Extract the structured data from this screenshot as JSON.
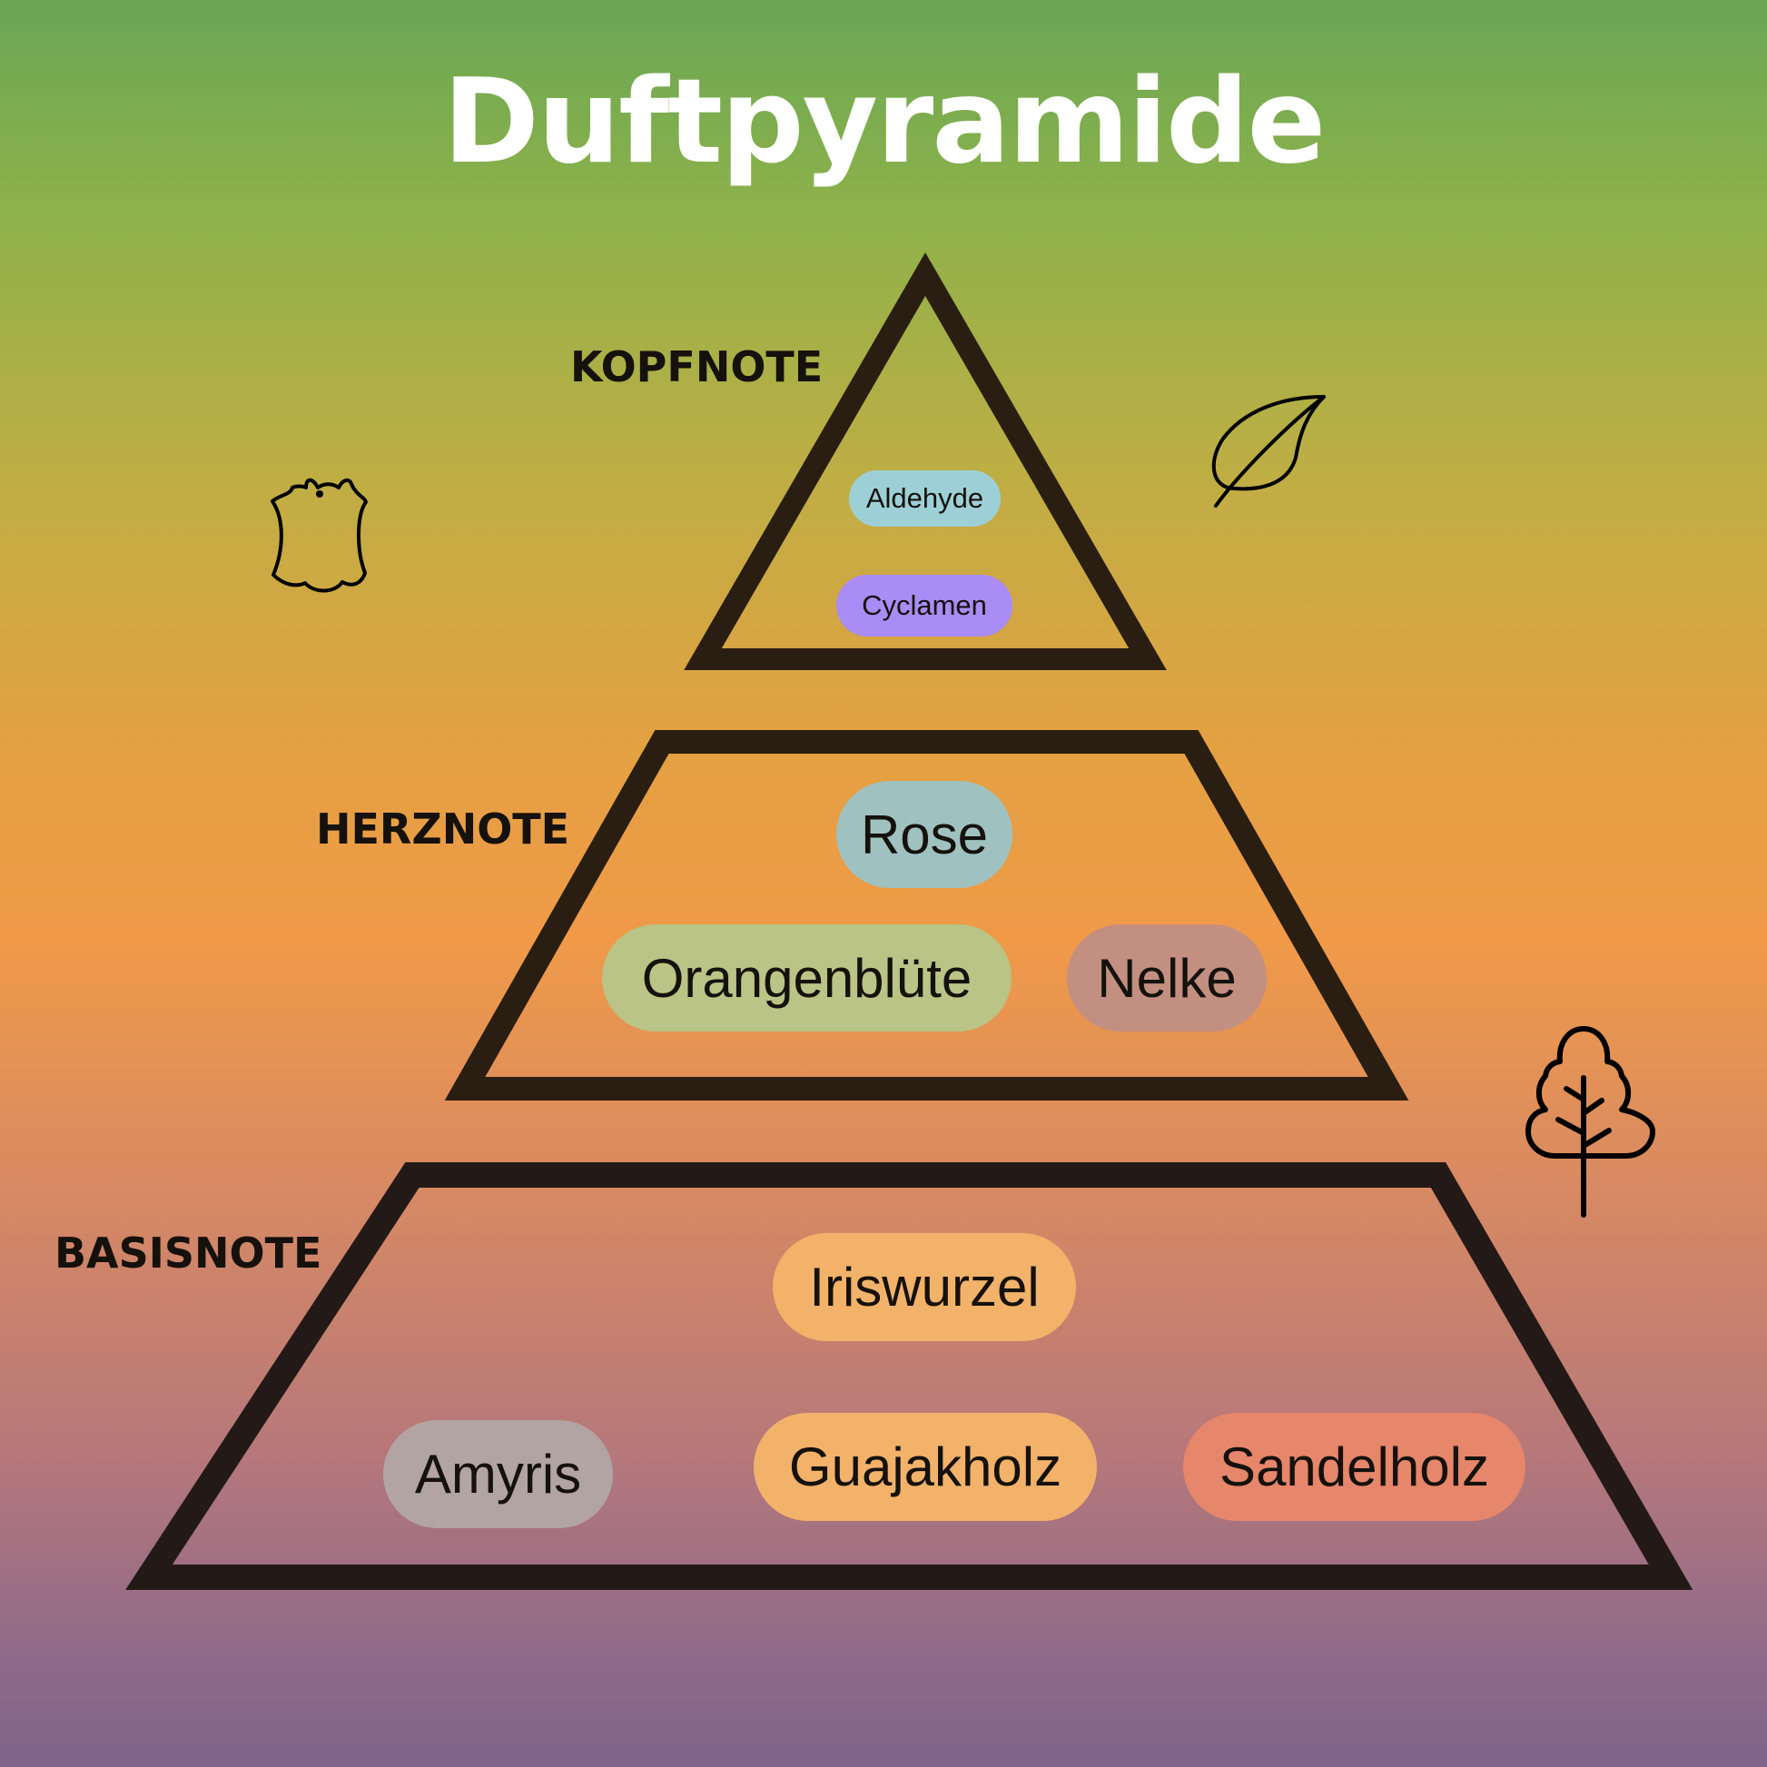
{
  "title": "Duftpyramide",
  "tiers": {
    "top": {
      "label": "KOPFNOTE",
      "notes": [
        {
          "name": "Aldehyde",
          "color": "#9dd0d6"
        },
        {
          "name": "Cyclamen",
          "color": "#a98cf5"
        }
      ]
    },
    "middle": {
      "label": "HERZNOTE",
      "notes": [
        {
          "name": "Rose",
          "color": "#9fc2c0"
        },
        {
          "name": "Orangenblüte",
          "color": "#b9c486"
        },
        {
          "name": "Nelke",
          "color": "#c38f80"
        }
      ]
    },
    "base": {
      "label": "BASISNOTE",
      "notes": [
        {
          "name": "Iriswurzel",
          "color": "#f2b26a"
        },
        {
          "name": "Amyris",
          "color": "#b1a4a2"
        },
        {
          "name": "Guajakholz",
          "color": "#f2b26a"
        },
        {
          "name": "Sandelholz",
          "color": "#e6866b"
        }
      ]
    }
  },
  "icons": [
    "leather-icon",
    "leaf-icon",
    "tree-icon"
  ],
  "colors": {
    "outline": "#2a1e12",
    "title": "#ffffff"
  }
}
